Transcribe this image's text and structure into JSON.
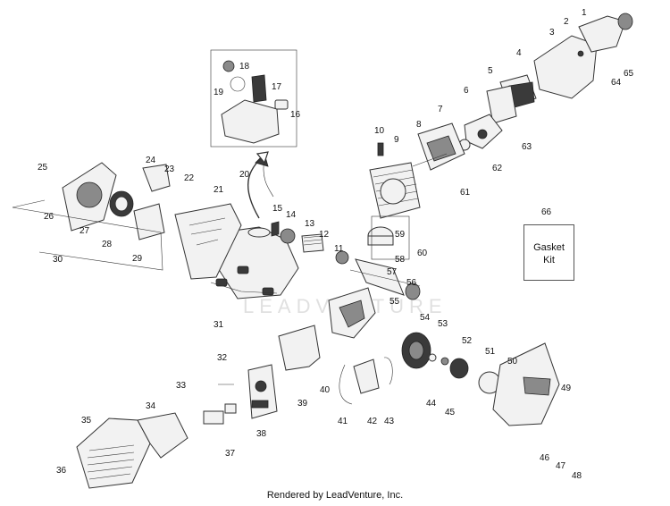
{
  "diagram": {
    "callouts": [
      "1",
      "2",
      "3",
      "4",
      "5",
      "6",
      "7",
      "8",
      "9",
      "10",
      "11",
      "12",
      "13",
      "14",
      "15",
      "16",
      "17",
      "18",
      "19",
      "20",
      "21",
      "22",
      "23",
      "24",
      "25",
      "26",
      "27",
      "28",
      "29",
      "30",
      "31",
      "32",
      "33",
      "34",
      "35",
      "36",
      "37",
      "38",
      "39",
      "40",
      "41",
      "42",
      "43",
      "44",
      "45",
      "46",
      "47",
      "48",
      "49",
      "50",
      "51",
      "52",
      "53",
      "54",
      "55",
      "56",
      "57",
      "58",
      "59",
      "60",
      "61",
      "62",
      "63",
      "64",
      "65",
      "66"
    ],
    "kit_number": "66",
    "kit_label_line1": "Gasket",
    "kit_label_line2": "Kit",
    "watermark": "LEADVENTURE"
  },
  "footer": {
    "text": "Rendered by LeadVenture, Inc."
  }
}
